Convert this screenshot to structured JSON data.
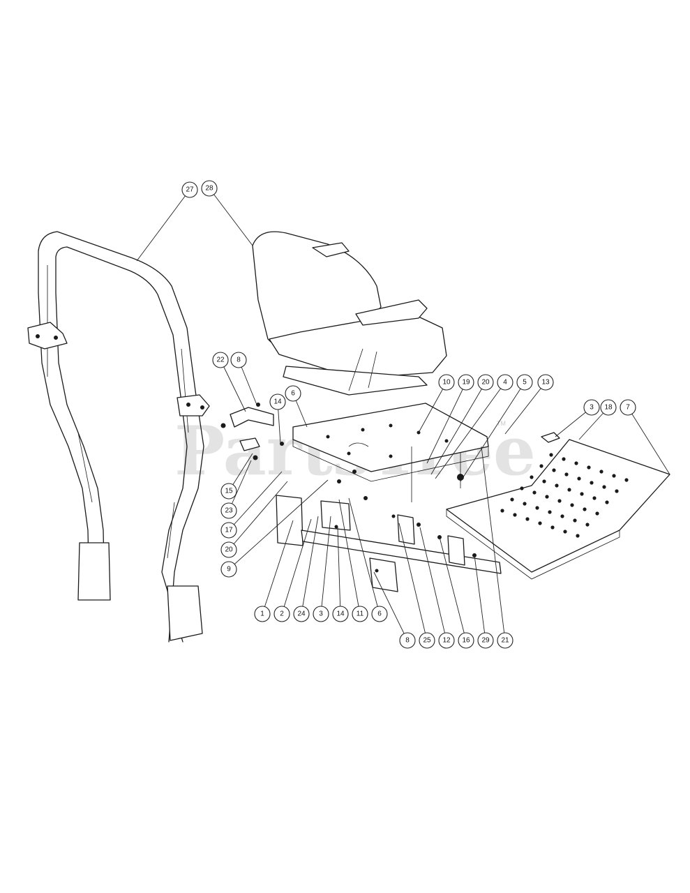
{
  "watermark": {
    "brand": "PartsTree",
    "trademark": "TM"
  },
  "callouts": [
    {
      "id": "c27a",
      "label": "27",
      "name": "rops-bar"
    },
    {
      "id": "c28",
      "label": "28",
      "name": "seat"
    },
    {
      "id": "c22",
      "label": "22",
      "name": "bracket-22"
    },
    {
      "id": "c8a",
      "label": "8",
      "name": "nut-8-upper"
    },
    {
      "id": "c14a",
      "label": "14",
      "name": "bolt-14-upper"
    },
    {
      "id": "c6a",
      "label": "6",
      "name": "seat-plate-6"
    },
    {
      "id": "c10",
      "label": "10",
      "name": "part-10"
    },
    {
      "id": "c19",
      "label": "19",
      "name": "part-19"
    },
    {
      "id": "c20a",
      "label": "20",
      "name": "part-20-upper"
    },
    {
      "id": "c4",
      "label": "4",
      "name": "part-4"
    },
    {
      "id": "c5",
      "label": "5",
      "name": "part-5"
    },
    {
      "id": "c13",
      "label": "13",
      "name": "part-13"
    },
    {
      "id": "c3a",
      "label": "3",
      "name": "part-3-right"
    },
    {
      "id": "c18",
      "label": "18",
      "name": "foot-plate-18"
    },
    {
      "id": "c7",
      "label": "7",
      "name": "part-7"
    },
    {
      "id": "c15",
      "label": "15",
      "name": "part-15"
    },
    {
      "id": "c23",
      "label": "23",
      "name": "part-23"
    },
    {
      "id": "c17",
      "label": "17",
      "name": "part-17"
    },
    {
      "id": "c20b",
      "label": "20",
      "name": "part-20-lower"
    },
    {
      "id": "c9",
      "label": "9",
      "name": "part-9"
    },
    {
      "id": "c1",
      "label": "1",
      "name": "part-1"
    },
    {
      "id": "c2",
      "label": "2",
      "name": "part-2"
    },
    {
      "id": "c24",
      "label": "24",
      "name": "part-24"
    },
    {
      "id": "c3b",
      "label": "3",
      "name": "part-3-lower"
    },
    {
      "id": "c14b",
      "label": "14",
      "name": "bolt-14-lower"
    },
    {
      "id": "c11",
      "label": "11",
      "name": "part-11"
    },
    {
      "id": "c6b",
      "label": "6",
      "name": "part-6-lower"
    },
    {
      "id": "c8b",
      "label": "8",
      "name": "nut-8-lower"
    },
    {
      "id": "c25",
      "label": "25",
      "name": "part-25"
    },
    {
      "id": "c12",
      "label": "12",
      "name": "part-12"
    },
    {
      "id": "c16",
      "label": "16",
      "name": "part-16"
    },
    {
      "id": "c29",
      "label": "29",
      "name": "part-29"
    },
    {
      "id": "c21",
      "label": "21",
      "name": "part-21"
    }
  ]
}
